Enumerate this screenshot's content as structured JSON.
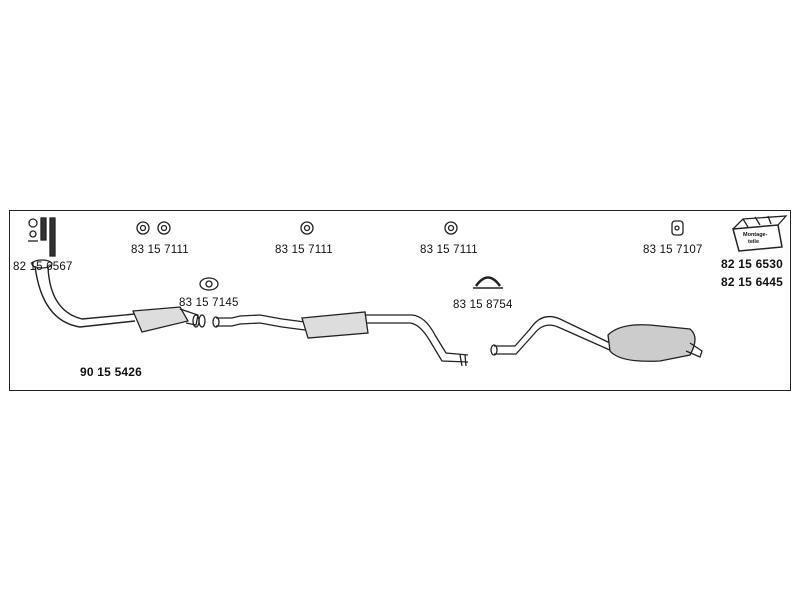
{
  "parts": {
    "mounting_clamps": "82 15 6567",
    "hanger_1": "83 15 7111",
    "hanger_2": "83 15 7111",
    "hanger_3": "83 15 7111",
    "rear_hanger": "83 15 7107",
    "kit_1": "82 15 6530",
    "kit_2": "82 15 6445",
    "flange_gasket": "83 15 7145",
    "clamp": "83 15 8754",
    "front_pipe_catalyst": "90 15 5426"
  },
  "kit_box_text": [
    "Montage-",
    "teile"
  ]
}
